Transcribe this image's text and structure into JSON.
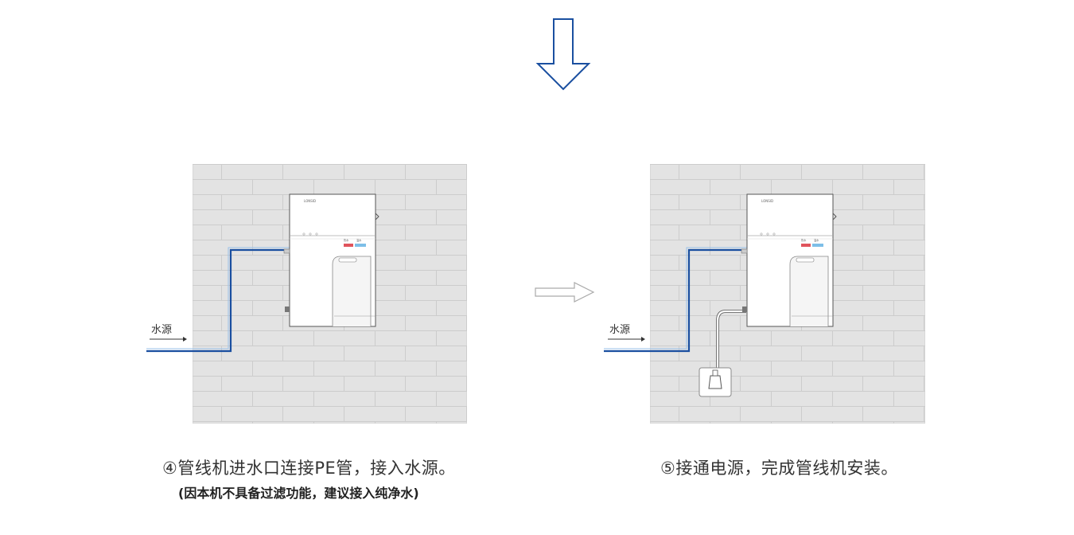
{
  "arrows": {
    "down_color": "#1a4fa0",
    "right_color": "#aaaaaa"
  },
  "colors": {
    "wall_bg": "#e0e0e0",
    "brick_line": "#cfcfcf",
    "pipe": "#1a4fa0",
    "hot_button": "#e0545c",
    "cold_button": "#7dbfe8"
  },
  "step4": {
    "source_label": "水源",
    "device_brand": "LONSID",
    "button_labels": [
      "热水",
      "温水"
    ],
    "caption": "④管线机进水口连接PE管，接入水源。",
    "note": "(因本机不具备过滤功能，建议接入纯净水)"
  },
  "step5": {
    "source_label": "水源",
    "device_brand": "LONSID",
    "button_labels": [
      "热水",
      "温水"
    ],
    "caption": "⑤接通电源，完成管线机安装。"
  }
}
